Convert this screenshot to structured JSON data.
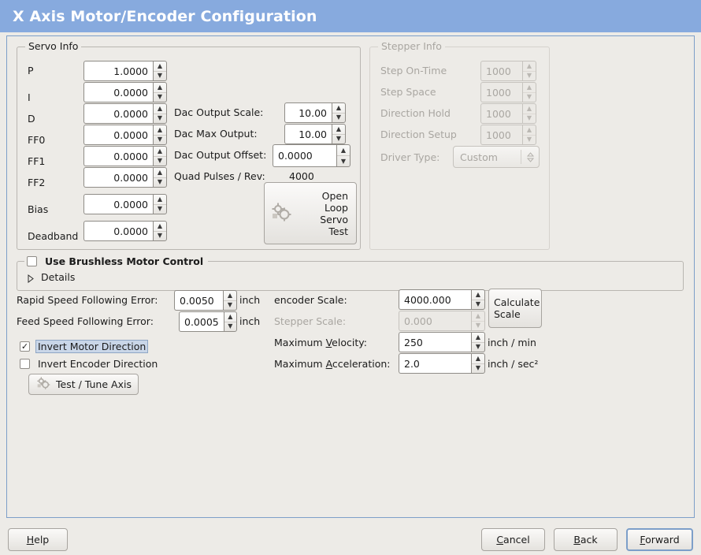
{
  "window": {
    "title": "X Axis Motor/Encoder Configuration",
    "title_bg": "#87aade",
    "title_fg": "#ffffff",
    "background": "#edebe7",
    "panel_border": "#7d9fc9"
  },
  "servo_info": {
    "frame_label": "Servo Info",
    "rows": [
      {
        "label": "P",
        "value": "1.0000"
      },
      {
        "label": "I",
        "value": "0.0000"
      },
      {
        "label": "D",
        "value": "0.0000"
      },
      {
        "label": "FF0",
        "value": "0.0000"
      },
      {
        "label": "FF1",
        "value": "0.0000"
      },
      {
        "label": "FF2",
        "value": "0.0000"
      },
      {
        "label": "Bias",
        "value": "0.0000"
      },
      {
        "label": "Deadband",
        "value": "0.0000"
      }
    ],
    "dac": [
      {
        "label": "Dac Output Scale:",
        "value": "10.00"
      },
      {
        "label": "Dac Max Output:",
        "value": "10.00"
      },
      {
        "label": "Dac Output Offset:",
        "value": "0.0000"
      }
    ],
    "quad_pulses_label": "Quad Pulses / Rev:",
    "quad_pulses_value": "4000",
    "open_loop_button": "Open\nLoop\nServo\nTest"
  },
  "stepper_info": {
    "frame_label": "Stepper Info",
    "disabled": true,
    "rows": [
      {
        "label": "Step On-Time",
        "value": "1000"
      },
      {
        "label": "Step Space",
        "value": "1000"
      },
      {
        "label": "Direction Hold",
        "value": "1000"
      },
      {
        "label": "Direction Setup",
        "value": "1000"
      }
    ],
    "driver_type_label": "Driver Type:",
    "driver_type_value": "Custom"
  },
  "brushless": {
    "checkbox_label": "Use Brushless Motor Control",
    "checked": false,
    "details_label": "Details",
    "details_expanded": false
  },
  "following_errors": [
    {
      "label": "Rapid Speed Following Error:",
      "value": "0.0050",
      "unit": "inch"
    },
    {
      "label": "Feed Speed Following Error:",
      "value": "0.0005",
      "unit": "inch"
    }
  ],
  "invert": {
    "motor_label": "Invert Motor Direction",
    "motor_checked": true,
    "motor_focused": true,
    "encoder_label": "Invert Encoder Direction",
    "encoder_checked": false
  },
  "test_tune_button": "Test / Tune Axis",
  "scales": {
    "encoder_label": "encoder Scale:",
    "encoder_value": "4000.000",
    "stepper_label": "Stepper Scale:",
    "stepper_value": "0.000",
    "stepper_disabled": true,
    "calculate_button": "Calculate\nScale",
    "velocity_label_pre": "Maximum ",
    "velocity_label_mnemonic": "V",
    "velocity_label_post": "elocity:",
    "velocity_value": "250",
    "velocity_unit": "inch / min",
    "accel_label_pre": "Maximum ",
    "accel_label_mnemonic": "A",
    "accel_label_post": "cceleration:",
    "accel_value": "2.0",
    "accel_unit": "inch / sec²"
  },
  "footer": {
    "help": {
      "pre": "",
      "mnemonic": "H",
      "post": "elp"
    },
    "cancel": {
      "pre": "",
      "mnemonic": "C",
      "post": "ancel"
    },
    "back": {
      "pre": "",
      "mnemonic": "B",
      "post": "ack"
    },
    "forward": {
      "pre": "",
      "mnemonic": "F",
      "post": "orward",
      "focused": true
    }
  }
}
